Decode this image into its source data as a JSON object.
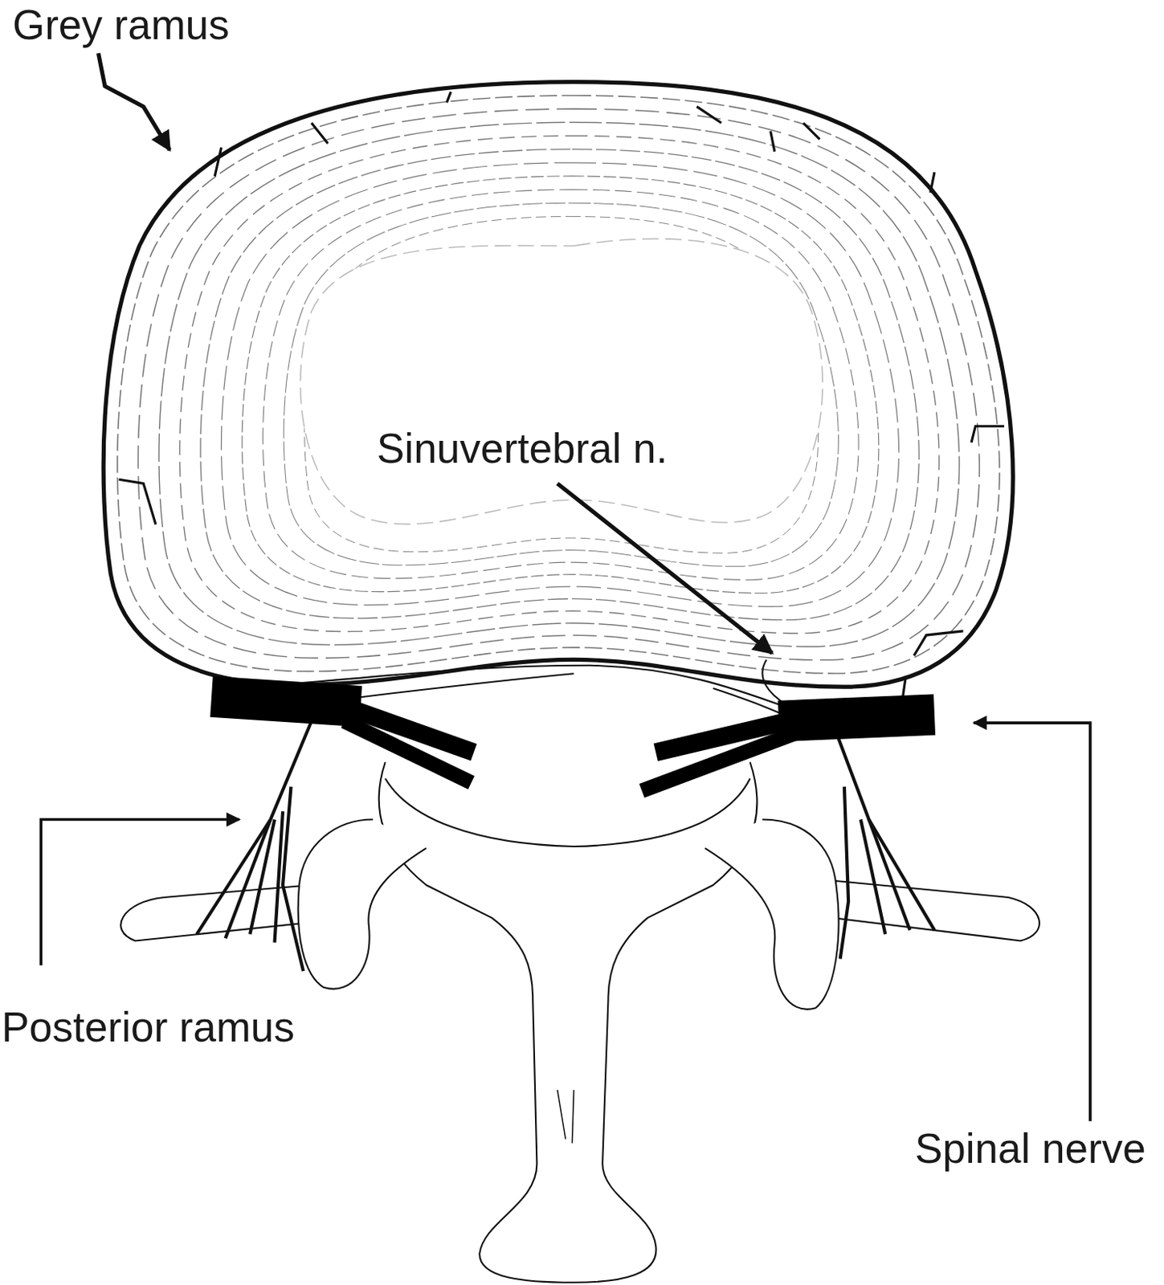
{
  "diagram": {
    "labels": [
      "Grey ramus",
      "Sinuvertebral n.",
      "Posterior ramus",
      "Spinal nerve"
    ]
  }
}
